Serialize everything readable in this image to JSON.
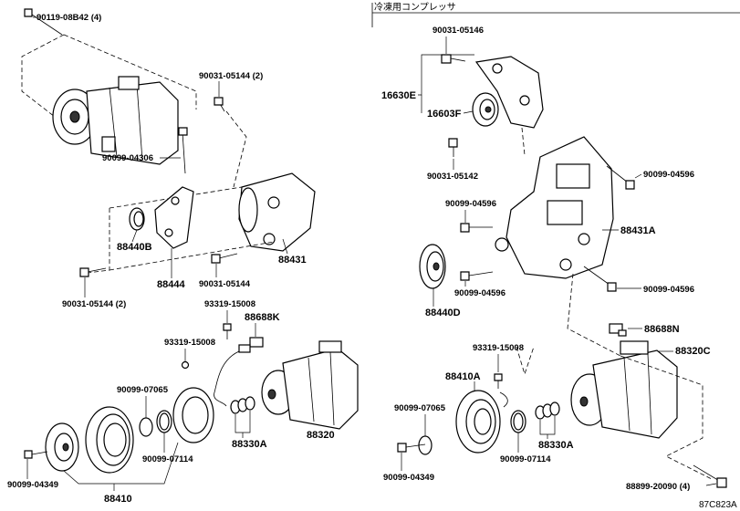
{
  "section_header": "冷凍用コンプレッサ",
  "diagram_code": "87C823A",
  "left": {
    "bolt_top": "90119-08B42 (4)",
    "bolt_upper": "90031-05144 (2)",
    "bolt_mid": "90099-04306",
    "idler_pulley": "88440B",
    "bracket_small": "88444",
    "bolt_bracket": "90031-05144",
    "bracket_main": "88431",
    "bolt_lower": "90031-05144 (2)",
    "bolt_switch": "93319-15008",
    "connector": "88688K",
    "bolt_clutch": "93319-15008",
    "ring_outer": "90099-07065",
    "ring_inner": "90099-07114",
    "shims": "88330A",
    "compressor": "88320",
    "bolt_pulley": "90099-04349",
    "clutch_assy": "88410"
  },
  "right": {
    "bolt_top": "90031-05146",
    "tensioner_assy": "16630E",
    "tensioner_pulley": "16603F",
    "bolt_tensioner": "90031-05142",
    "bolt_upper_right": "90099-04596",
    "bolt_left_upper": "90099-04596",
    "bracket_main": "88431A",
    "bolt_left_lower": "90099-04596",
    "bolt_lower_right": "90099-04596",
    "idler_pulley": "88440D",
    "connector": "88688N",
    "compressor": "88320C",
    "clutch_assy": "88410A",
    "bolt_switch": "93319-15008",
    "ring_outer": "90099-07065",
    "ring_inner": "90099-07114",
    "shims": "88330A",
    "bolt_pulley": "90099-04349",
    "bolt_compressor": "88899-20090 (4)"
  }
}
